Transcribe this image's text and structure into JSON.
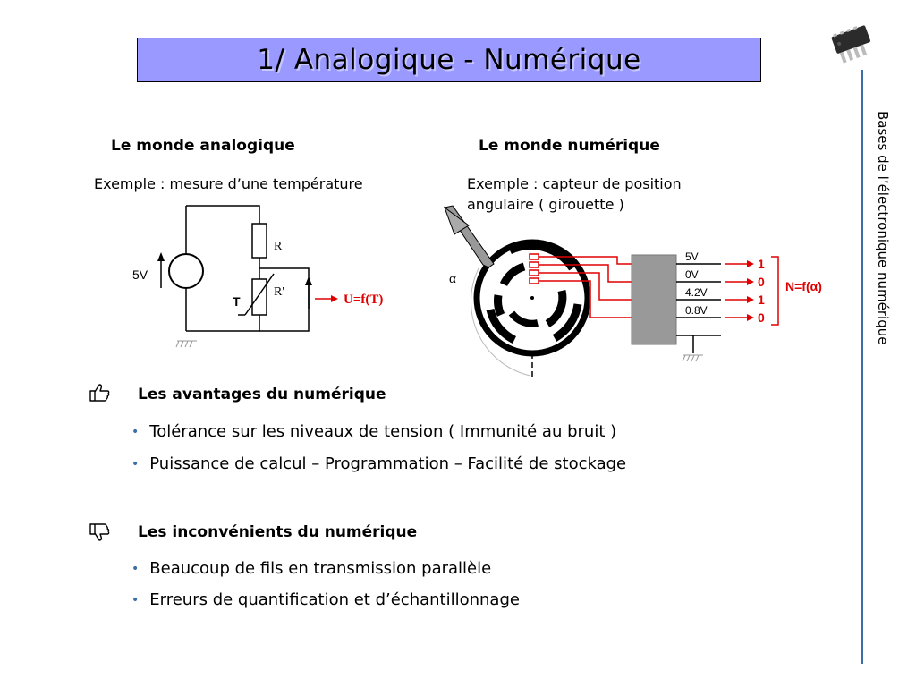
{
  "title": "1/  Analogique - Numérique",
  "side_label": "Bases de l’électronique numérique",
  "analog": {
    "heading": "Le monde analogique",
    "example": "Exemple : mesure d’une température",
    "labels": {
      "voltage": "5V",
      "r": "R",
      "r_prime": "R'",
      "t": "T",
      "output": "U=f(T)"
    }
  },
  "digital": {
    "heading": "Le monde numérique",
    "example_line1": "Exemple : capteur de position",
    "example_line2": "angulaire ( girouette )",
    "labels": {
      "alpha": "α",
      "level_5v": "5V",
      "level_0v": "0V",
      "level_4_2v": "4.2V",
      "level_0_8v": "0.8V",
      "bits": [
        "1",
        "0",
        "1",
        "0"
      ],
      "result": "N=f(α)"
    }
  },
  "advantages": {
    "heading": "Les avantages du numérique",
    "items": [
      "Tolérance sur les niveaux de tension ( Immunité au bruit )",
      "Puissance de calcul – Programmation – Facilité de stockage"
    ]
  },
  "drawbacks": {
    "heading": "Les inconvénients du numérique",
    "items": [
      "Beaucoup de fils en transmission parallèle",
      "Erreurs de quantification et d’échantillonnage"
    ]
  },
  "colors": {
    "title_bg": "#9999ff",
    "accent_red": "#e00000",
    "rule_blue": "#3a6ea5"
  },
  "icons": {
    "advantages": "thumbs-up-icon",
    "drawbacks": "thumbs-down-icon",
    "logo": "ic-chip-icon"
  }
}
